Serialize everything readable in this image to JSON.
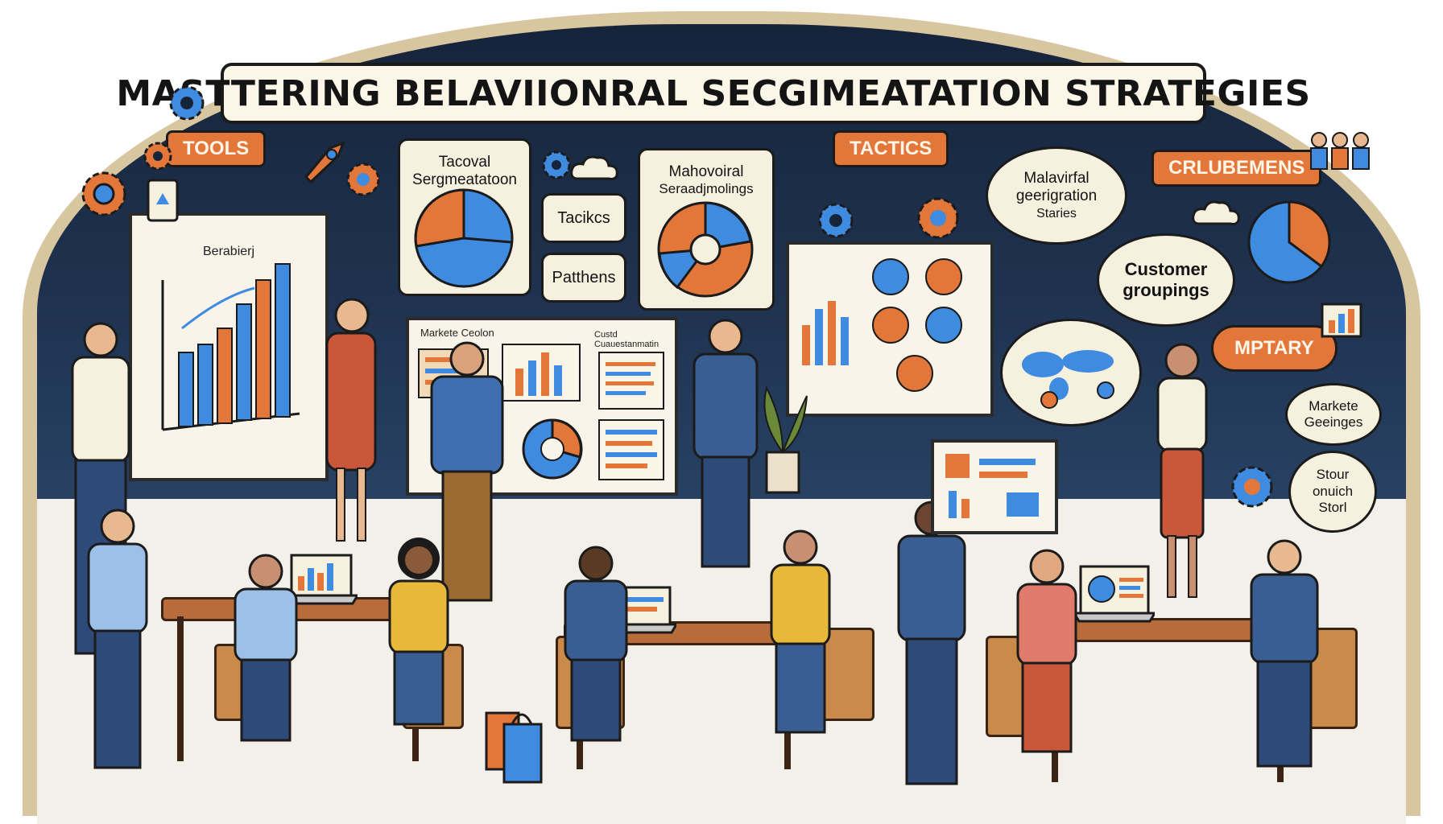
{
  "title": "MASTTERING BELAVIIONRAL SECGIMEATATION STRATEGIES",
  "tags": {
    "tools": "TOOLS",
    "tactics": "TACTICS",
    "crlubemens": "CRLUBEMENS",
    "mptary": "MPTARY"
  },
  "cards": {
    "card1_line1": "Tacoval",
    "card1_line2": "Sergmeatatoon",
    "card2_line1": "Mahovoiral",
    "card2_line2": "Seraadjmolings",
    "tactics": "Tacikcs",
    "patthens": "Patthens"
  },
  "bubbles": {
    "top_line1": "Malavirfal",
    "top_line2": "geerigration",
    "top_line3": "Staries",
    "customer_line1": "Customer",
    "customer_line2": "groupings",
    "market_line1": "Markete",
    "market_line2": "Geeinges",
    "stour_line1": "Stour",
    "stour_line2": "onuich",
    "stour_line3": "Storl"
  },
  "boards": {
    "left_board_label": "Berabierj",
    "center_board_label1": "Markete Ceolon",
    "center_board_label2": "Custd Cuauestanmatin"
  },
  "colors": {
    "accent_orange": "#e3773a",
    "chart_blue": "#3f8be0",
    "wall_navy": "#1f3350",
    "paper": "#f6f0df"
  },
  "icons": [
    "gear-icon",
    "rocket-icon",
    "cloud-icon",
    "people-icon",
    "chart-icon"
  ]
}
